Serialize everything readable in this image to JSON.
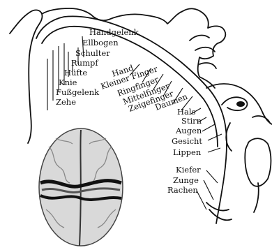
{
  "labels": {
    "handgelenk": "Handgelenk",
    "ellbogen": "Ellbogen",
    "schulter": "Schulter",
    "rumpf": "Rumpf",
    "huefte": "Hüfte",
    "knie": "Knie",
    "fussgelenk": "Fußgelenk",
    "zehe": "Zehe",
    "hand": "Hand",
    "kleiner_finger": "Kleiner Finger",
    "ringfinger": "Ringfinger",
    "mittelfinger": "Mittelfinger",
    "zeigefinger": "Zeigefinger",
    "daumen": "Daumen",
    "hals": "Hals",
    "stirn": "Stirn",
    "augen": "Augen",
    "gesicht": "Gesicht",
    "lippen": "Lippen",
    "kiefer": "Kiefer",
    "zunge": "Zunge",
    "rachen": "Rachen"
  }
}
